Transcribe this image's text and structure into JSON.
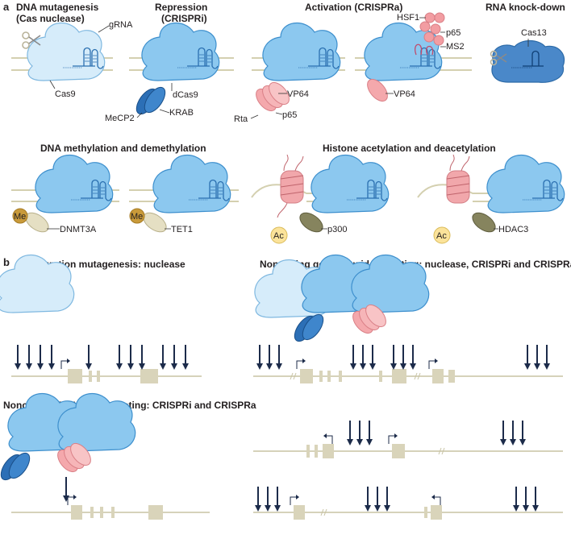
{
  "panel_a": {
    "letter": "a",
    "headings": {
      "mutagenesis_line1": "DNA mutagenesis",
      "mutagenesis_line2": "(Cas nuclease)",
      "repression_line1": "Repression",
      "repression_line2": "(CRISPRi)",
      "activation": "Activation (CRISPRa)",
      "knockdown": "RNA knock-down",
      "methylation": "DNA methylation and demethylation",
      "acetylation": "Histone acetylation and deacetylation"
    },
    "labels": {
      "grna": "gRNA",
      "cas9": "Cas9",
      "dcas9": "dCas9",
      "mecp2": "MeCP2",
      "krab": "KRAB",
      "vp64_a": "VP64",
      "rta": "Rta",
      "p65_a": "p65",
      "hsf1": "HSF1",
      "p65_b": "p65",
      "ms2": "MS2",
      "vp64_b": "VP64",
      "cas13": "Cas13",
      "me_1": "Me",
      "dnmt3a": "DNMT3A",
      "me_2": "Me",
      "tet1": "TET1",
      "ac_1": "Ac",
      "p300": "p300",
      "ac_2": "Ac",
      "hdac3": "HDAC3"
    }
  },
  "panel_b": {
    "letter": "b",
    "headings": {
      "saturation": "Saturation mutagenesis: nuclease",
      "noncoding_genome": "Noncoding genome-wide targeting: nuclease, CRISPRi and CRISPRa",
      "noncoding_rna": "Noncoding RNA gene targeting: CRISPRi and CRISPRa"
    }
  },
  "colors": {
    "cas_blue": "#8cc8ef",
    "cas_outline": "#3d8fcd",
    "cas_light": "#d6ecfa",
    "repressor_blue": "#2c6fb6",
    "activator_pink": "#f3a3a7",
    "dna_beige": "#d4d0b0",
    "exon_beige": "#d9d4ba",
    "arrow_navy": "#1c2b4a",
    "label_gold": "#c79a3a",
    "label_yellow": "#fbe39a",
    "modifier_olive": "#86845e"
  }
}
